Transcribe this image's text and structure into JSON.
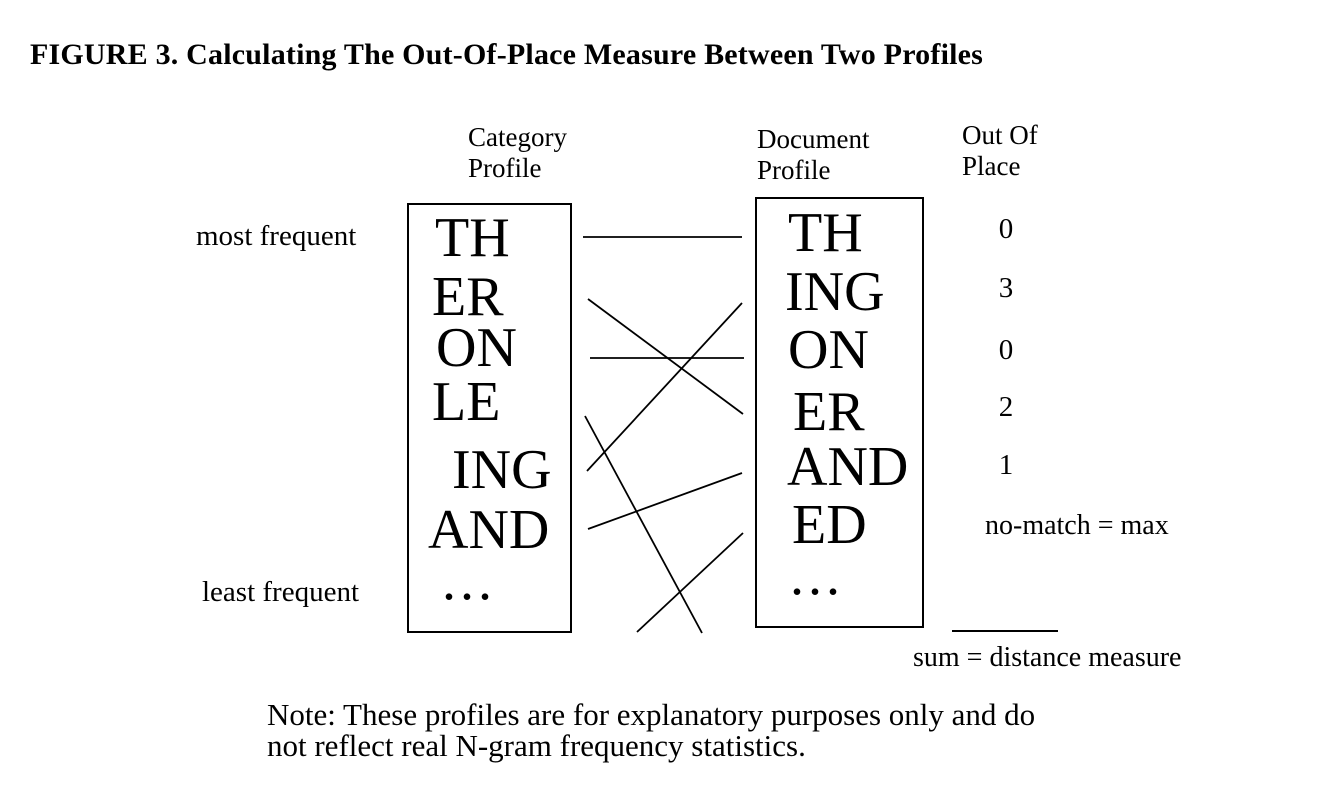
{
  "figure": {
    "title": "FIGURE 3. Calculating The Out-Of-Place Measure Between Two Profiles",
    "note": "Note: These profiles are for explanatory purposes only and do\nnot reflect real N-gram frequency statistics."
  },
  "labels": {
    "category_header": "Category\nProfile",
    "document_header": "Document\nProfile",
    "out_of_place_header": "Out Of\nPlace",
    "most_frequent": "most frequent",
    "least_frequent": "least frequent"
  },
  "category_profile": {
    "items": [
      "TH",
      "ER",
      "ON",
      "LE",
      "ING",
      "AND",
      "..."
    ]
  },
  "document_profile": {
    "items": [
      "TH",
      "ING",
      "ON",
      "ER",
      "AND",
      "ED",
      "..."
    ]
  },
  "out_of_place": {
    "values": [
      "0",
      "3",
      "0",
      "2",
      "1"
    ],
    "no_match": "no-match = max",
    "sum_label": "sum = distance measure"
  },
  "connections": [
    {
      "category_ngram": "TH",
      "document_ngram": "TH",
      "out_of_place": "0"
    },
    {
      "category_ngram": "ING",
      "document_ngram": "ING",
      "out_of_place": "3"
    },
    {
      "category_ngram": "ON",
      "document_ngram": "ON",
      "out_of_place": "0"
    },
    {
      "category_ngram": "ER",
      "document_ngram": "ER",
      "out_of_place": "2"
    },
    {
      "category_ngram": "AND",
      "document_ngram": "AND",
      "out_of_place": "1"
    },
    {
      "category_ngram": "LE",
      "document_ngram": "(below shown ranks)",
      "out_of_place": ""
    },
    {
      "category_ngram": "(below shown ranks)",
      "document_ngram": "ED",
      "out_of_place": "no-match = max"
    }
  ],
  "colors": {
    "ink": "#000000",
    "background": "#ffffff"
  }
}
